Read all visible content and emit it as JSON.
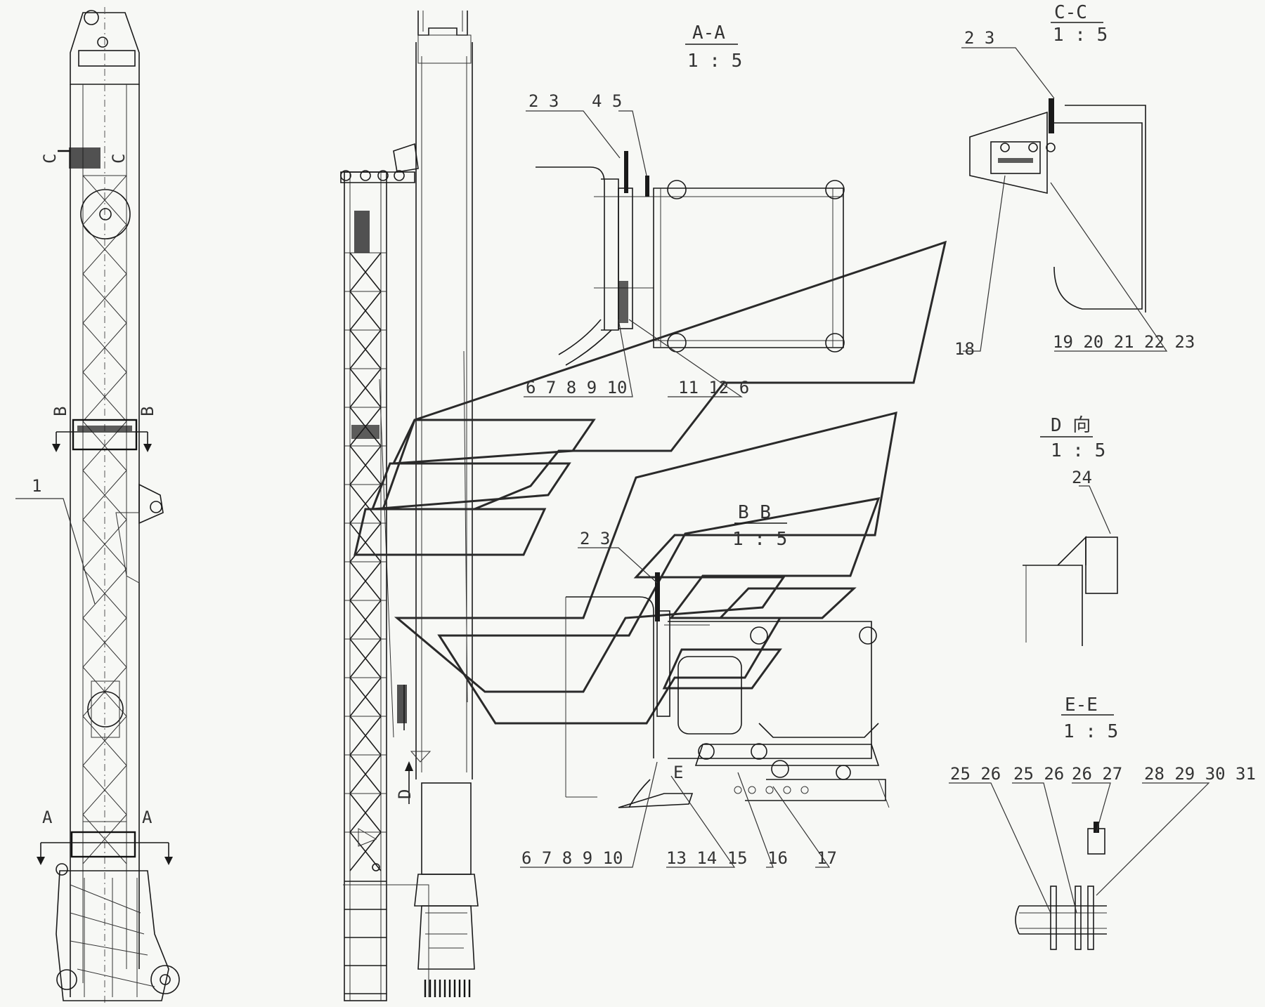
{
  "views": {
    "aa": {
      "title": "A-A",
      "scale": "1 : 5"
    },
    "bb": {
      "title": "B B",
      "scale": "1 : 5"
    },
    "cc": {
      "title": "C-C",
      "scale": "1 : 5"
    },
    "dview": {
      "title": "D 向",
      "scale": "1 : 5"
    },
    "ee": {
      "title": "E-E",
      "scale": "1 : 5"
    }
  },
  "section_marks": {
    "a_left": "A",
    "a_right": "A",
    "b_left": "B",
    "b_right": "B",
    "c_left": "C",
    "c_right": "C",
    "d_mark": "D",
    "e_mark": "E"
  },
  "callouts": {
    "p1": "1",
    "aa_top_left": "2  3",
    "aa_top_right": "4  5",
    "aa_bottom_left": "6  7  8  9  10",
    "aa_bottom_right": "11 12  6",
    "cc_top": "2  3",
    "cc_left": "18",
    "cc_right": "19 20  21 22 23",
    "d_part": "24",
    "bb_top": "2  3",
    "bb_b1": "6  7  8  9  10",
    "bb_b2": "13 14 15",
    "bb_b3": "16",
    "bb_b4": "17",
    "ee_1": "25 26",
    "ee_2": "25 26",
    "ee_3": "26 27",
    "ee_4": "28 29  30 31"
  }
}
